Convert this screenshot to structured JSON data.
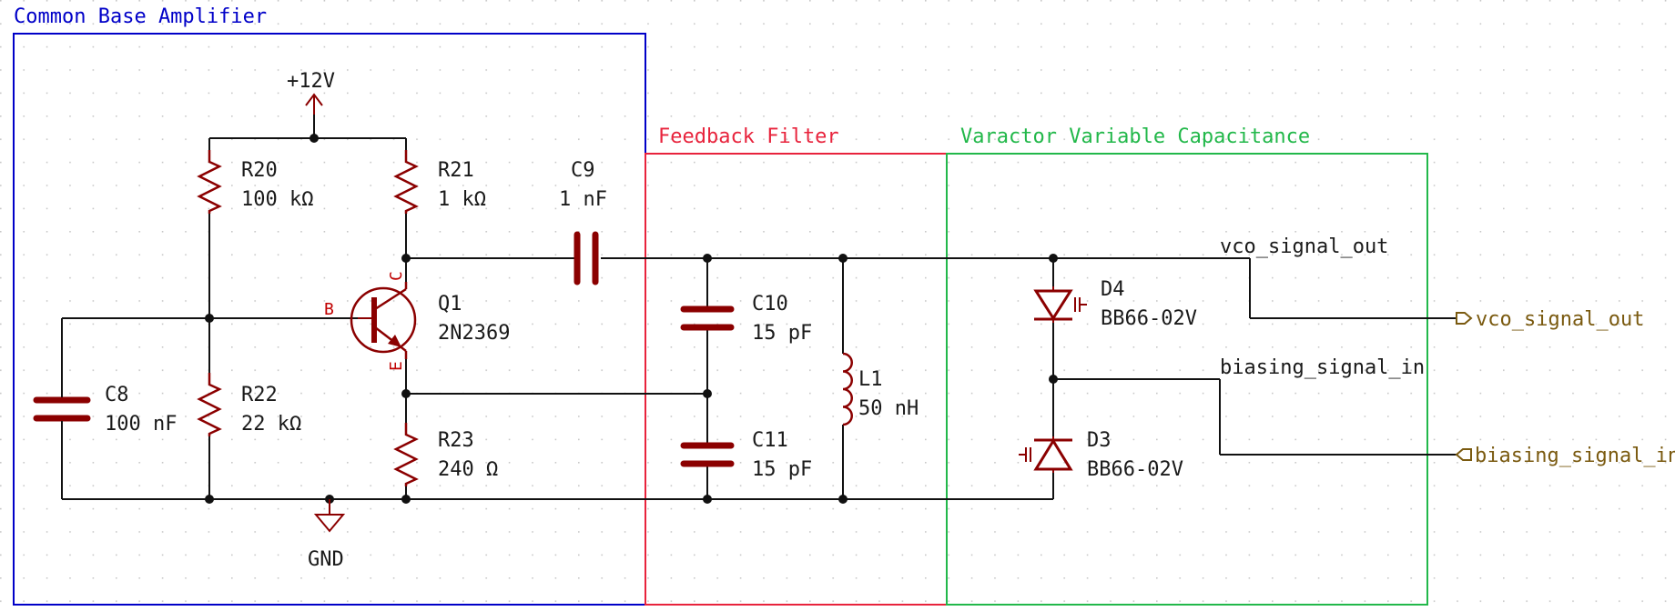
{
  "colors": {
    "background": "#ffffff",
    "grid": "#c8c8c8",
    "wire": "#111111",
    "component": "#8b0000",
    "label_text": "#1a1a1a",
    "port_label": "#7a5a10",
    "box_amplifier": "#0000c8",
    "box_feedback": "#e8233c",
    "box_varactor": "#22b84a",
    "pin_letter": "#c00000"
  },
  "sections": {
    "amplifier": "Common Base Amplifier",
    "feedback": "Feedback Filter",
    "varactor": "Varactor Variable Capacitance"
  },
  "power": {
    "vcc": "+12V",
    "gnd": "GND"
  },
  "components": {
    "r20": {
      "ref": "R20",
      "value": "100 kΩ"
    },
    "r21": {
      "ref": "R21",
      "value": "1 kΩ"
    },
    "r22": {
      "ref": "R22",
      "value": "22 kΩ"
    },
    "r23": {
      "ref": "R23",
      "value": "240 Ω"
    },
    "c8": {
      "ref": "C8",
      "value": "100 nF"
    },
    "c9": {
      "ref": "C9",
      "value": "1 nF"
    },
    "c10": {
      "ref": "C10",
      "value": "15 pF"
    },
    "c11": {
      "ref": "C11",
      "value": "15 pF"
    },
    "l1": {
      "ref": "L1",
      "value": "50 nH"
    },
    "q1": {
      "ref": "Q1",
      "value": "2N2369",
      "pin_b": "B",
      "pin_c": "C",
      "pin_e": "E"
    },
    "d4": {
      "ref": "D4",
      "value": "BB66-02V"
    },
    "d3": {
      "ref": "D3",
      "value": "BB66-02V"
    }
  },
  "nets": {
    "vco_out_wire": "vco_signal_out",
    "bias_in_wire": "biasing_signal_in"
  },
  "ports": {
    "vco_out": "vco_signal_out",
    "bias_in": "biasing_signal_in"
  }
}
